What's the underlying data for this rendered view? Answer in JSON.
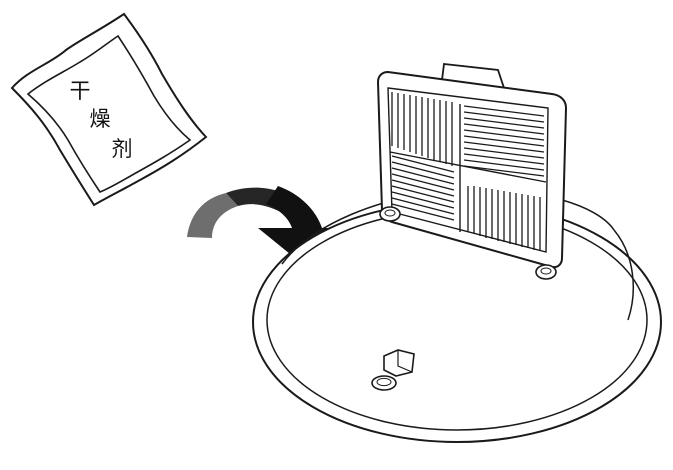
{
  "desiccant_packet": {
    "label_chars": [
      "干",
      "燥",
      "剂"
    ]
  },
  "colors": {
    "line": "#1a1a1a",
    "background": "#ffffff",
    "arrow_tail": "#6e6e6e",
    "arrow_head": "#111111"
  },
  "icons": {
    "packet": "desiccant-packet-icon",
    "arrow": "curved-arrow-icon",
    "lid": "round-lid-icon",
    "filter": "filter-cartridge-icon"
  }
}
